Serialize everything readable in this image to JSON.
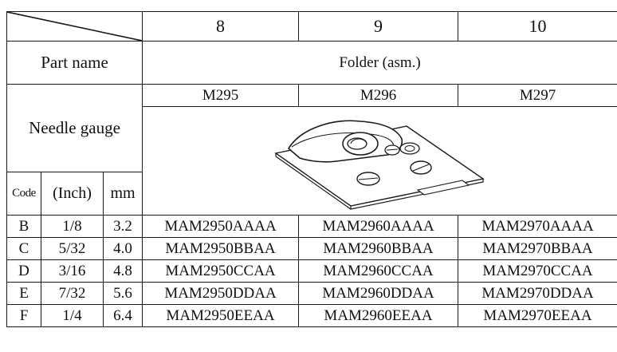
{
  "header": {
    "sizes": [
      "8",
      "9",
      "10"
    ],
    "part_name_label": "Part name",
    "part_name_value": "Folder (asm.)",
    "models": [
      "M295",
      "M296",
      "M297"
    ],
    "needle_gauge_label": "Needle gauge",
    "code_label": "Code",
    "inch_label": "(Inch)",
    "mm_label": "mm"
  },
  "rows": [
    {
      "code": "B",
      "inch": "1/8",
      "mm": "3.2",
      "parts": [
        "MAM2950AAAA",
        "MAM2960AAAA",
        "MAM2970AAAA"
      ]
    },
    {
      "code": "C",
      "inch": "5/32",
      "mm": "4.0",
      "parts": [
        "MAM2950BBAA",
        "MAM2960BBAA",
        "MAM2970BBAA"
      ]
    },
    {
      "code": "D",
      "inch": "3/16",
      "mm": "4.8",
      "parts": [
        "MAM2950CCAA",
        "MAM2960CCAA",
        "MAM2970CCAA"
      ]
    },
    {
      "code": "E",
      "inch": "7/32",
      "mm": "5.6",
      "parts": [
        "MAM2950DDAA",
        "MAM2960DDAA",
        "MAM2970DDAA"
      ]
    },
    {
      "code": "F",
      "inch": "1/4",
      "mm": "6.4",
      "parts": [
        "MAM2950EEAA",
        "MAM2960EEAA",
        "MAM2970EEAA"
      ]
    }
  ]
}
